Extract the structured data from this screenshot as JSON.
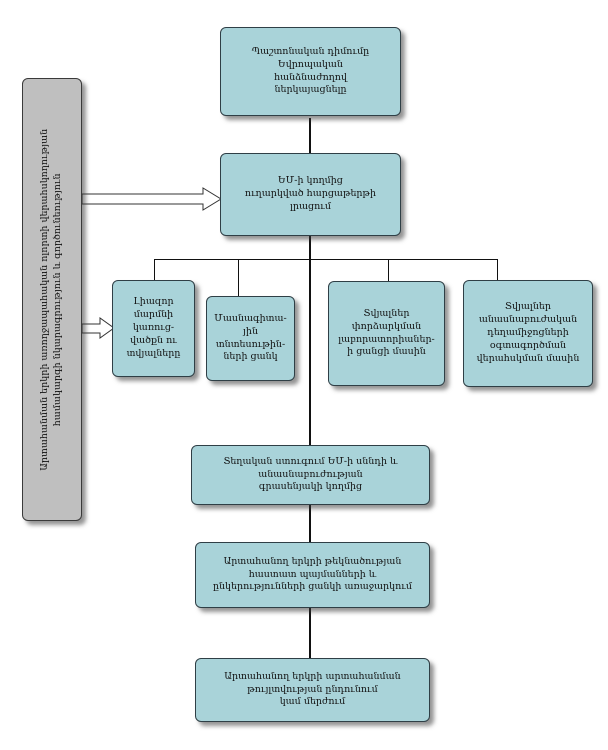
{
  "boxes": {
    "b1": "Պաշտոնական դիմումը\nԵվրոպական\nհանձնաժողով\nներկայացնելը",
    "b2": "ԵՄ-ի կողմից\nուղարկված հարցաթերթի\nլրացում",
    "b3": "Լիազոր\nմարմնի\nկառուց-\nվածքն ու\nտվյալները",
    "b4": "Մասնագիտա-\nյին\nտնտեսութին-\nների ցանկ",
    "b5": "Տվյալներ\nփորձարկման\nլաբորատորիաներ-\nի ցանցի մասին",
    "b6": "Տվյալներ\nանասնաբուժական\nդեղամիջոցների\nօգտագործման\nվերահսկման մասին",
    "b7": "Տեղական ստուգում ԵՄ-ի սննդի և\nանասնաբուժության\nգրասենյակի կողմից",
    "b8": "Արտահանող երկրի թեկնածության\nհաստատ պայմանների և\nընկերությունների ցանկի առաջարկում",
    "b9": "Արտահանող երկրի արտահանման\nթույլտվության ընդունում\nկամ մերժում",
    "side": "Արտահանման երկրի առողջապահական ոլորտի վերահսկողության\nհամակարգի նկարագրություն և գործունեություն"
  },
  "colors": {
    "box_fill": "#a9d3d9",
    "side_fill": "#bfbfbf",
    "line": "#111111"
  }
}
